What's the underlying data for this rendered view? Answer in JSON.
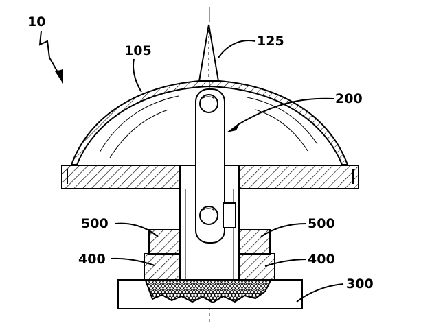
{
  "labels": {
    "assembly": "10",
    "dome": "105",
    "spike": "125",
    "pivot_arm": "200",
    "upper_ring_left": "500",
    "upper_ring_right": "500",
    "lower_ring_left": "400",
    "lower_ring_right": "400",
    "base": "300"
  }
}
